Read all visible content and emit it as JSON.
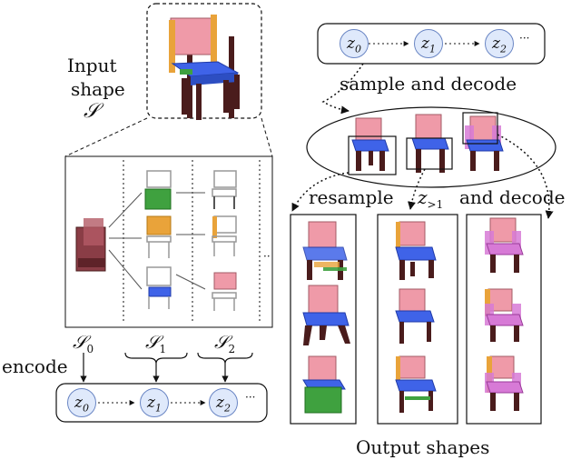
{
  "labels": {
    "input_shape_line1": "Input",
    "input_shape_line2": "shape",
    "input_symbol": "𝒮",
    "sample_and_decode": "sample and decode",
    "resample": "resample",
    "z_gt1": "z",
    "z_gt1_sub": ">1",
    "and_decode": "and decode",
    "encode": "encode",
    "output_shapes": "Output shapes",
    "s0": "𝒮",
    "s0_sub": "0",
    "s1": "𝒮",
    "s1_sub": "1",
    "s2": "𝒮",
    "s2_sub": "2"
  },
  "latent_top": {
    "z0": "z",
    "z0_sub": "0",
    "z1": "z",
    "z1_sub": "1",
    "z2": "z",
    "z2_sub": "2",
    "ellipsis": "···"
  },
  "latent_bottom": {
    "z0": "z",
    "z0_sub": "0",
    "z1": "z",
    "z1_sub": "1",
    "z2": "z",
    "z2_sub": "2",
    "ellipsis": "···"
  },
  "colors": {
    "pink_part": "#ef9aa8",
    "blue_part": "#3f63e8",
    "green_part": "#3fa13f",
    "orange_part": "#e9a33a",
    "magenta_part": "#d77ad6",
    "leg_brown": "#4a1c1c",
    "latent_fill": "#dfe9fb"
  }
}
